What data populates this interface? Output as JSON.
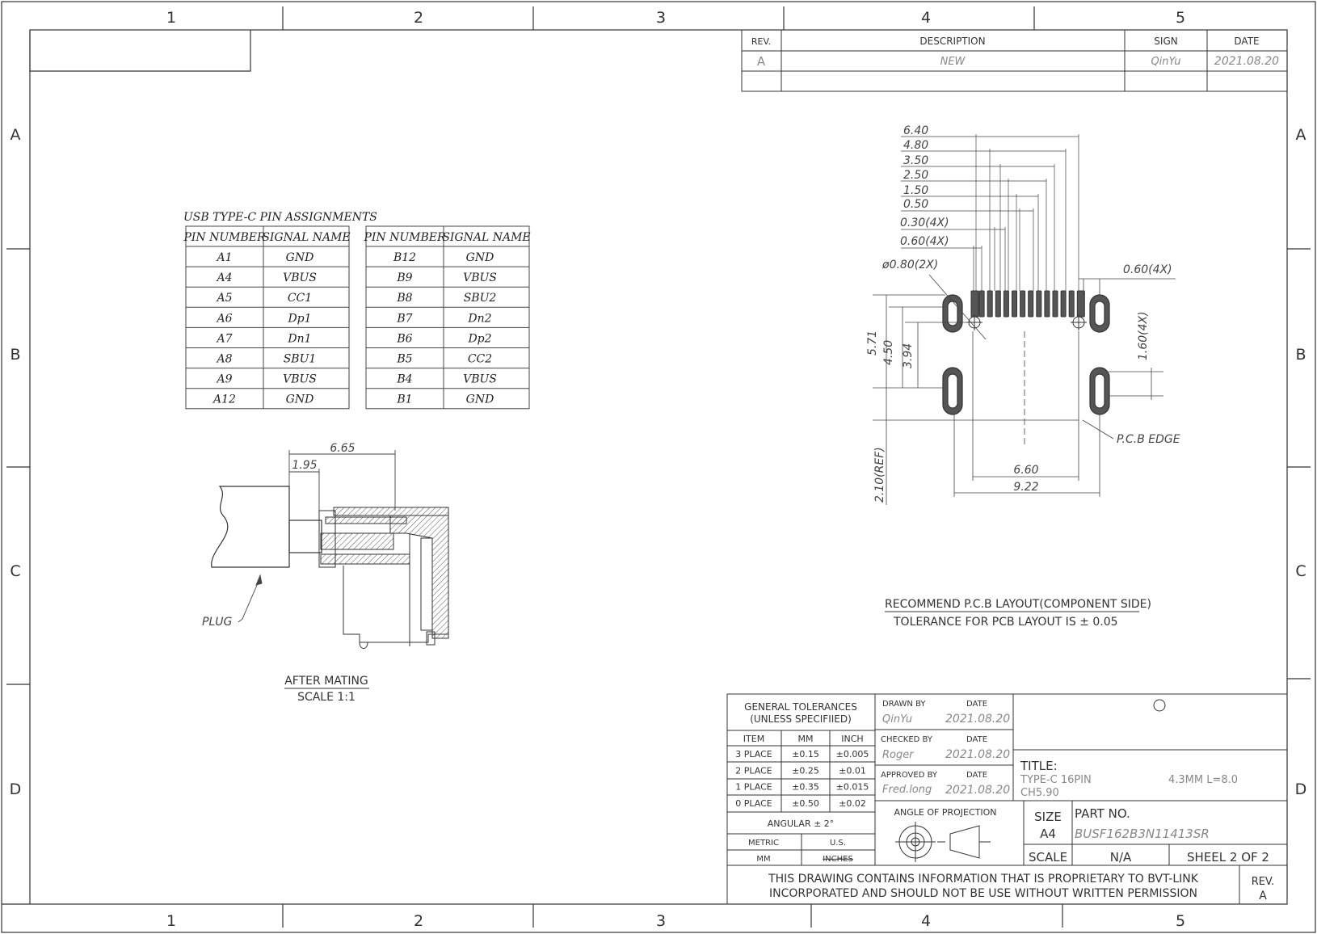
{
  "zones": {
    "columns": [
      "1",
      "2",
      "3",
      "4",
      "5"
    ],
    "rows": [
      "A",
      "B",
      "C",
      "D"
    ]
  },
  "revision_table": {
    "headers": [
      "REV.",
      "DESCRIPTION",
      "SIGN",
      "DATE"
    ],
    "rows": [
      [
        "A",
        "NEW",
        "QinYu",
        "2021.08.20"
      ]
    ]
  },
  "pin_table": {
    "title": "USB TYPE-C PIN ASSIGNMENTS",
    "headers": [
      "PIN NUMBER",
      "SIGNAL NAME"
    ],
    "left": [
      [
        "A1",
        "GND"
      ],
      [
        "A4",
        "VBUS"
      ],
      [
        "A5",
        "CC1"
      ],
      [
        "A6",
        "Dp1"
      ],
      [
        "A7",
        "Dn1"
      ],
      [
        "A8",
        "SBU1"
      ],
      [
        "A9",
        "VBUS"
      ],
      [
        "A12",
        "GND"
      ]
    ],
    "right": [
      [
        "B12",
        "GND"
      ],
      [
        "B9",
        "VBUS"
      ],
      [
        "B8",
        "SBU2"
      ],
      [
        "B7",
        "Dn2"
      ],
      [
        "B6",
        "Dp2"
      ],
      [
        "B5",
        "CC2"
      ],
      [
        "B4",
        "VBUS"
      ],
      [
        "B1",
        "GND"
      ]
    ]
  },
  "mating_view": {
    "dim_665": "6.65",
    "dim_195": "1.95",
    "plug_label": "PLUG",
    "title": "AFTER MATING",
    "scale": "SCALE 1:1"
  },
  "pcb_layout": {
    "dims_top": [
      "6.40",
      "4.80",
      "3.50",
      "2.50",
      "1.50",
      "0.50",
      "0.30(4X)",
      "0.60(4X)"
    ],
    "hole_dia": "ø0.80(2X)",
    "slot_width": "0.60(4X)",
    "slot_len": "1.60(4X)",
    "dim_571": "5.71",
    "dim_450": "4.50",
    "dim_394": "3.94",
    "dim_210": "2.10(REF)",
    "dim_660": "6.60",
    "dim_922": "9.22",
    "edge_label": "P.C.B  EDGE",
    "title": "RECOMMEND P.C.B LAYOUT(COMPONENT SIDE)",
    "tolerance": "TOLERANCE FOR PCB LAYOUT IS ± 0.05"
  },
  "title_block": {
    "gen_tol_title": "GENERAL TOLERANCES",
    "gen_tol_sub": "(UNLESS SPECIFIIED)",
    "tol_headers": [
      "ITEM",
      "MM",
      "INCH"
    ],
    "tol_rows": [
      [
        "3 PLACE",
        "±0.15",
        "±0.005"
      ],
      [
        "2 PLACE",
        "±0.25",
        "±0.01"
      ],
      [
        "1 PLACE",
        "±0.35",
        "±0.015"
      ],
      [
        "0 PLACE",
        "±0.50",
        "±0.02"
      ]
    ],
    "angular": "ANGULAR ± 2°",
    "metric": "METRIC",
    "us": "U.S.",
    "mm": "MM",
    "inches": "INCHES",
    "drawn_by": "DRAWN BY",
    "checked_by": "CHECKED BY",
    "approved_by": "APPROVED BY",
    "date_label": "DATE",
    "drawn_name": "QinYu",
    "drawn_date": "2021.08.20",
    "checked_name": "Roger",
    "checked_date": "2021.08.20",
    "approved_name": "Fred.long",
    "approved_date": "2021.08.20",
    "angle_projection": "ANGLE OF PROJECTION",
    "title_label": "TITLE:",
    "title_line1": "TYPE-C 16PIN",
    "title_line1b": "4.3MM  L=8.0",
    "title_line2": "CH5.90",
    "size_label": "SIZE",
    "size_value": "A4",
    "part_no_label": "PART NO.",
    "part_no": "BUSF162B3N11413SR",
    "scale_label": "SCALE",
    "scale_value": "N/A",
    "sheet": "SHEEL 2  OF 2",
    "notice_line1": "THIS DRAWING CONTAINS INFORMATION THAT IS PROPRIETARY TO BVT-LINK",
    "notice_line2": "INCORPORATED AND SHOULD NOT BE USE WITHOUT WRITTEN PERMISSION",
    "rev_label": "REV.",
    "rev_value": "A"
  }
}
